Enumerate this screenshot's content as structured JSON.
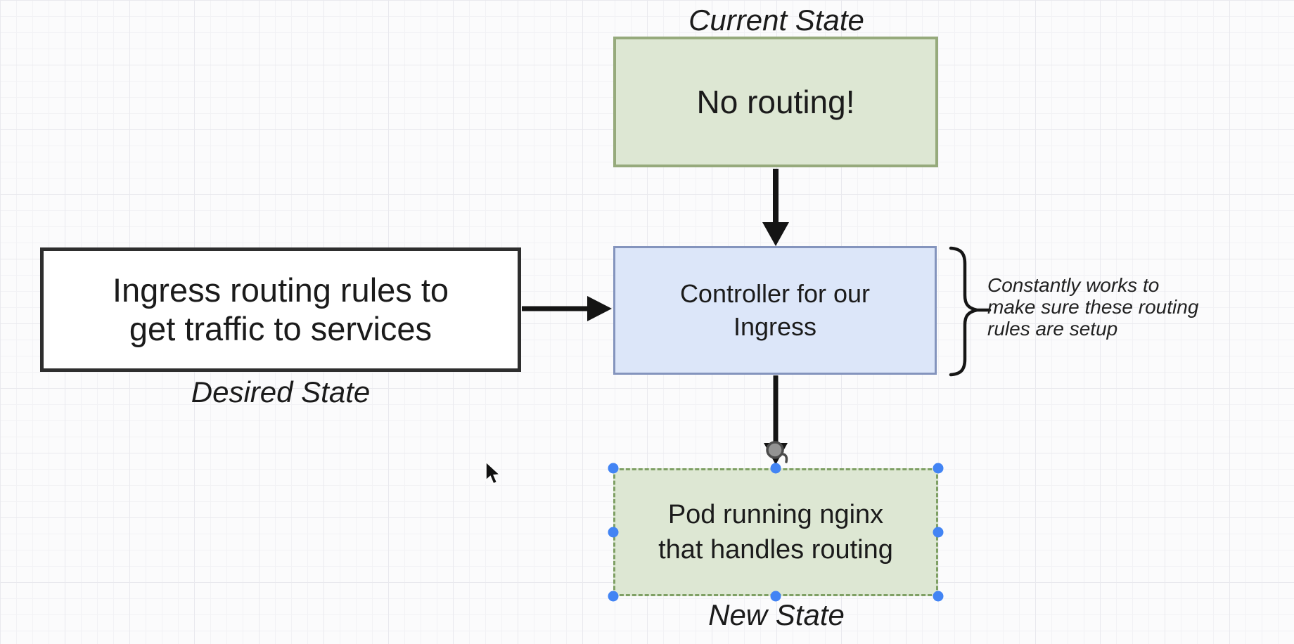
{
  "diagram": {
    "labels": {
      "current_state": "Current State",
      "desired_state": "Desired State",
      "new_state": "New State"
    },
    "nodes": {
      "no_routing": {
        "label": "No routing!",
        "fill": "#dde7d3",
        "border": "#96aa7c"
      },
      "ingress_rules": {
        "label": "Ingress routing rules to\nget traffic to services",
        "fill": "#ffffff",
        "border": "#2e2e2e"
      },
      "controller": {
        "label": "Controller for our\nIngress",
        "fill": "#dce6f9",
        "border": "#8494bd"
      },
      "pod": {
        "label": "Pod running nginx\nthat handles routing",
        "fill": "#dde7d3",
        "border": "#7fa065",
        "selected": true
      }
    },
    "annotation": "Constantly works to\nmake sure these routing\nrules are setup",
    "colors": {
      "arrow": "#141414",
      "text": "#1b1b1b",
      "selection_handle": "#4284f4",
      "canvas_bg": "#fbfbfc",
      "grid_minor": "#f2f2f5",
      "grid_major": "#e9e9ee"
    }
  }
}
